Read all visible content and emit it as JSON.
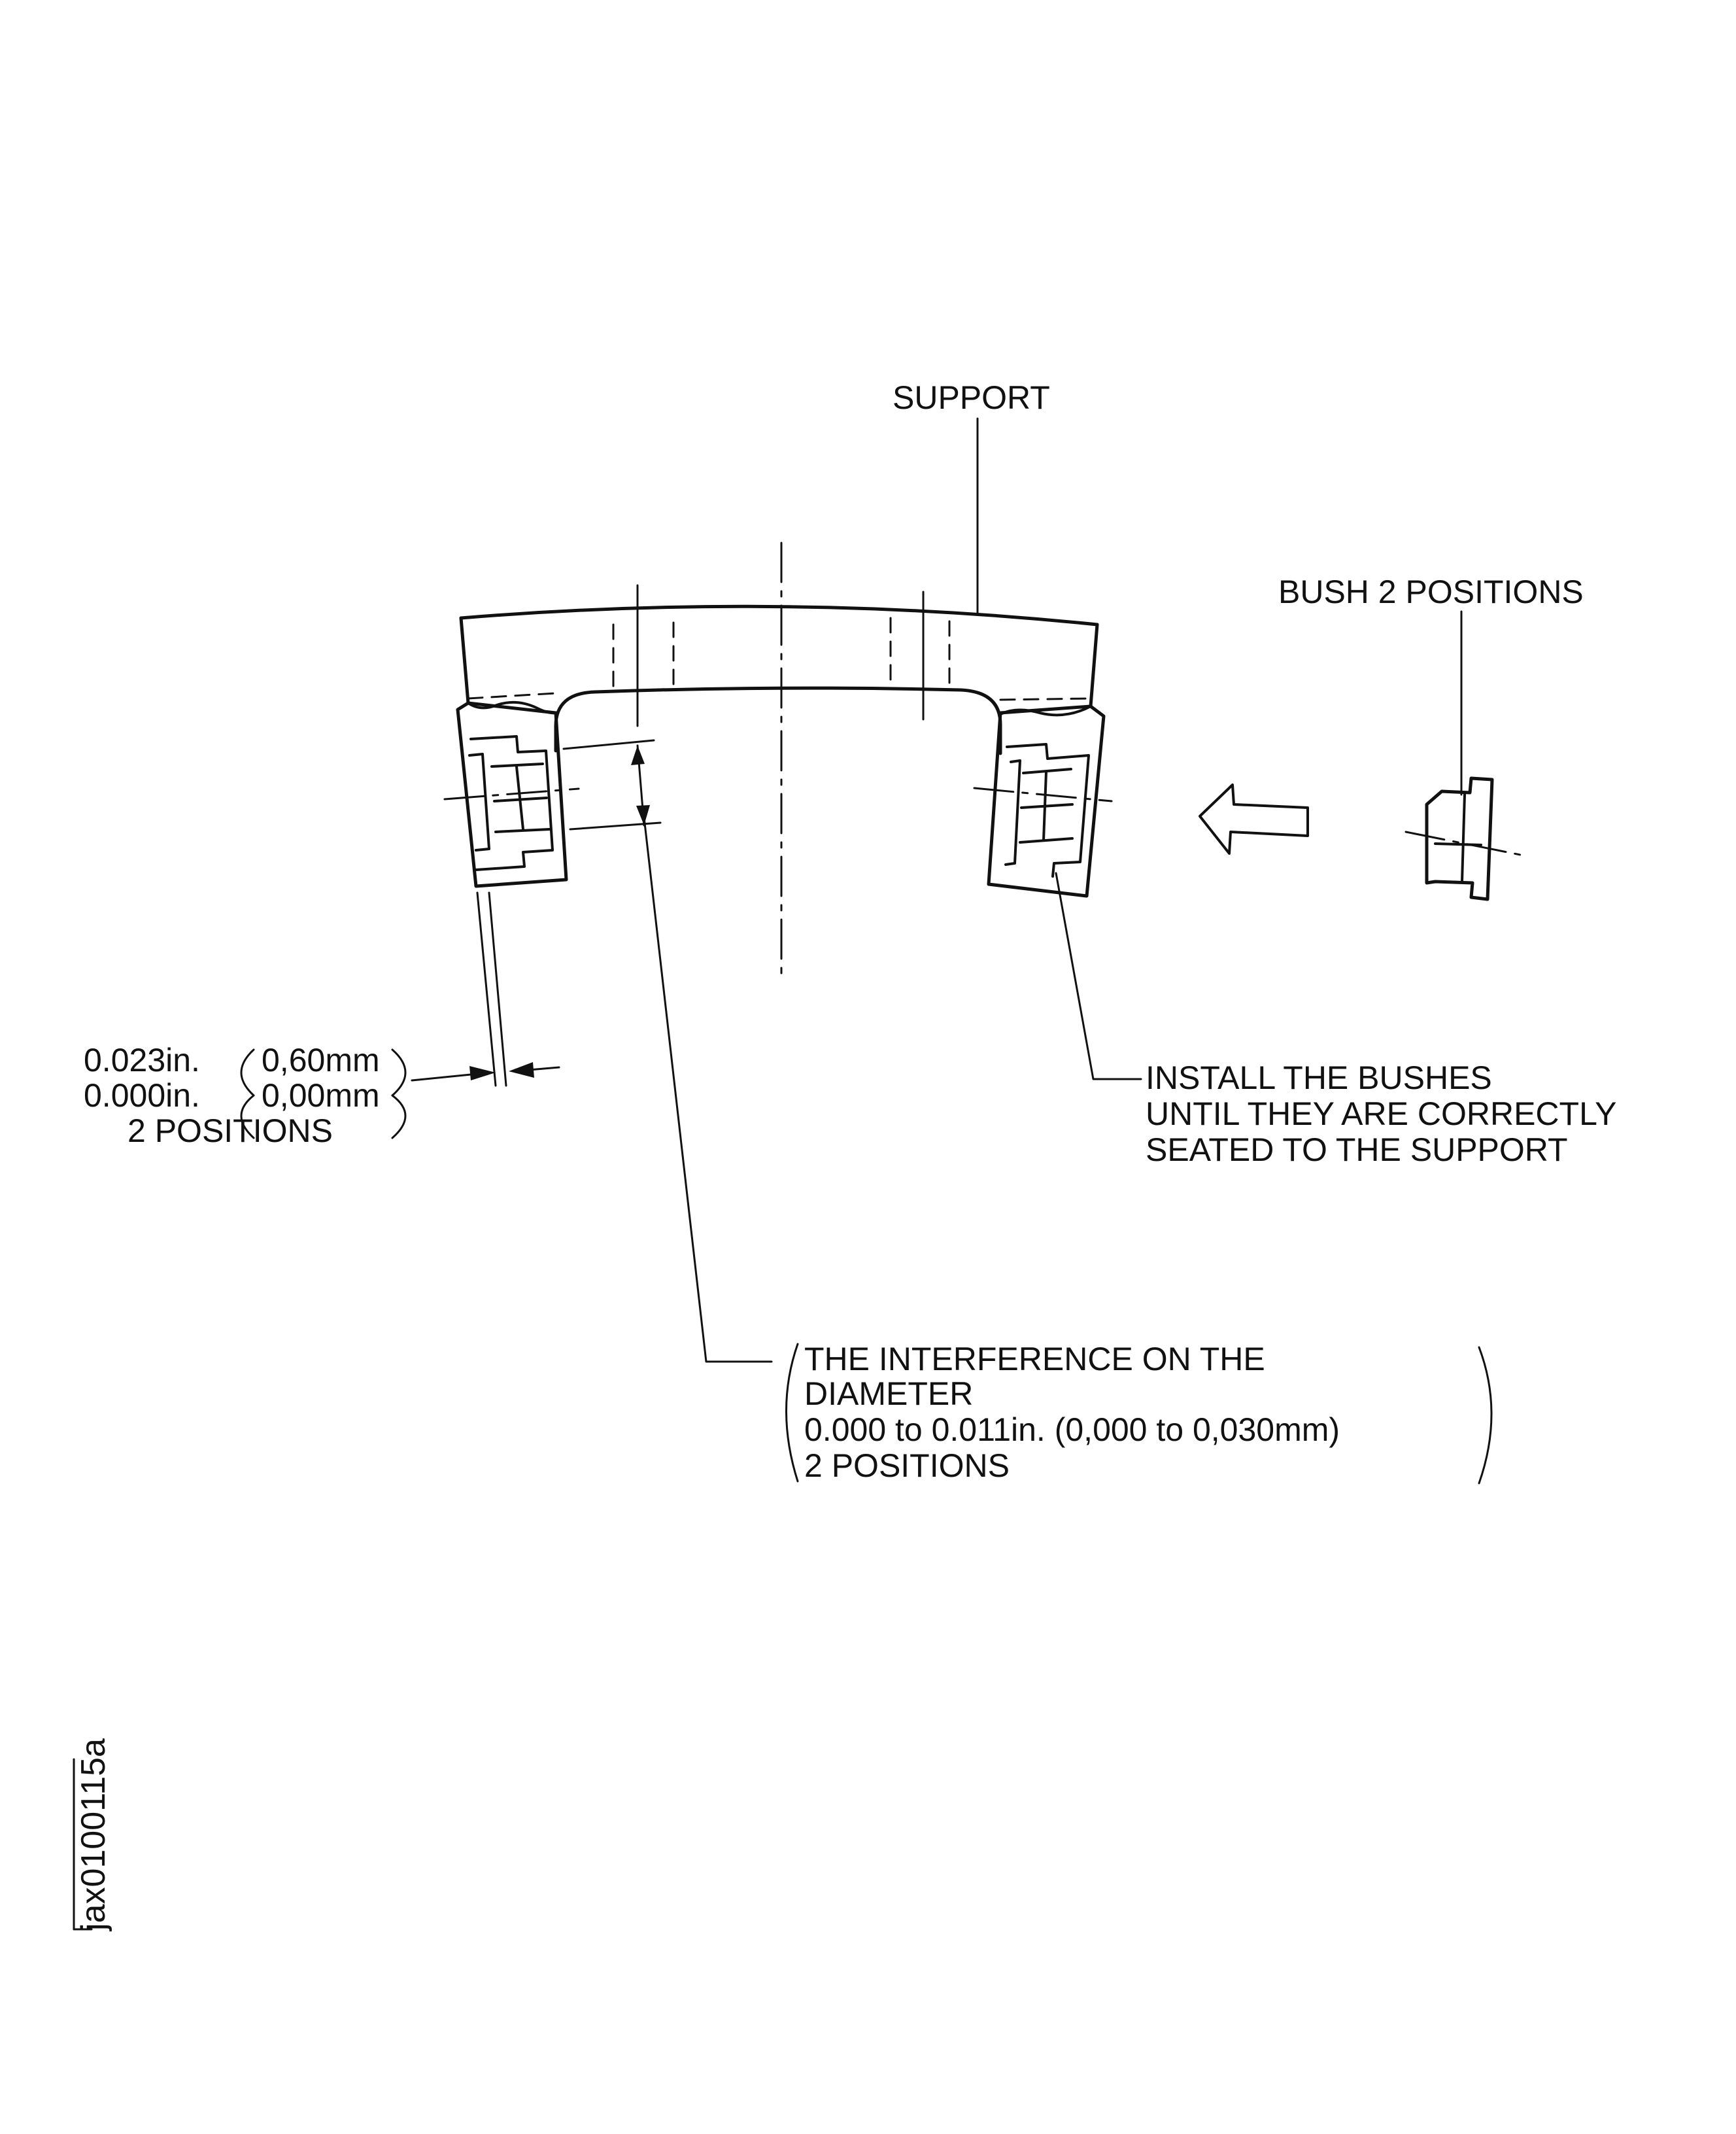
{
  "labels": {
    "support": "SUPPORT",
    "bush": "BUSH 2 POSITIONS",
    "clearance_line1_in": "0.023in.",
    "clearance_line1_mm": "0,60mm",
    "clearance_line2_in": "0.000in.",
    "clearance_line2_mm": "0,00mm",
    "clearance_line3": "2 POSITIONS",
    "install_line1": "INSTALL THE BUSHES",
    "install_line2": "UNTIL THEY ARE CORRECTLY",
    "install_line3": "SEATED TO THE SUPPORT",
    "interference_line1": "THE INTERFERENCE ON THE",
    "interference_line2": "DIAMETER",
    "interference_line3": "0.000 to 0.011in. (0,000 to 0,030mm)",
    "interference_line4": "2 POSITIONS",
    "figure_code": "jax0100115a"
  }
}
